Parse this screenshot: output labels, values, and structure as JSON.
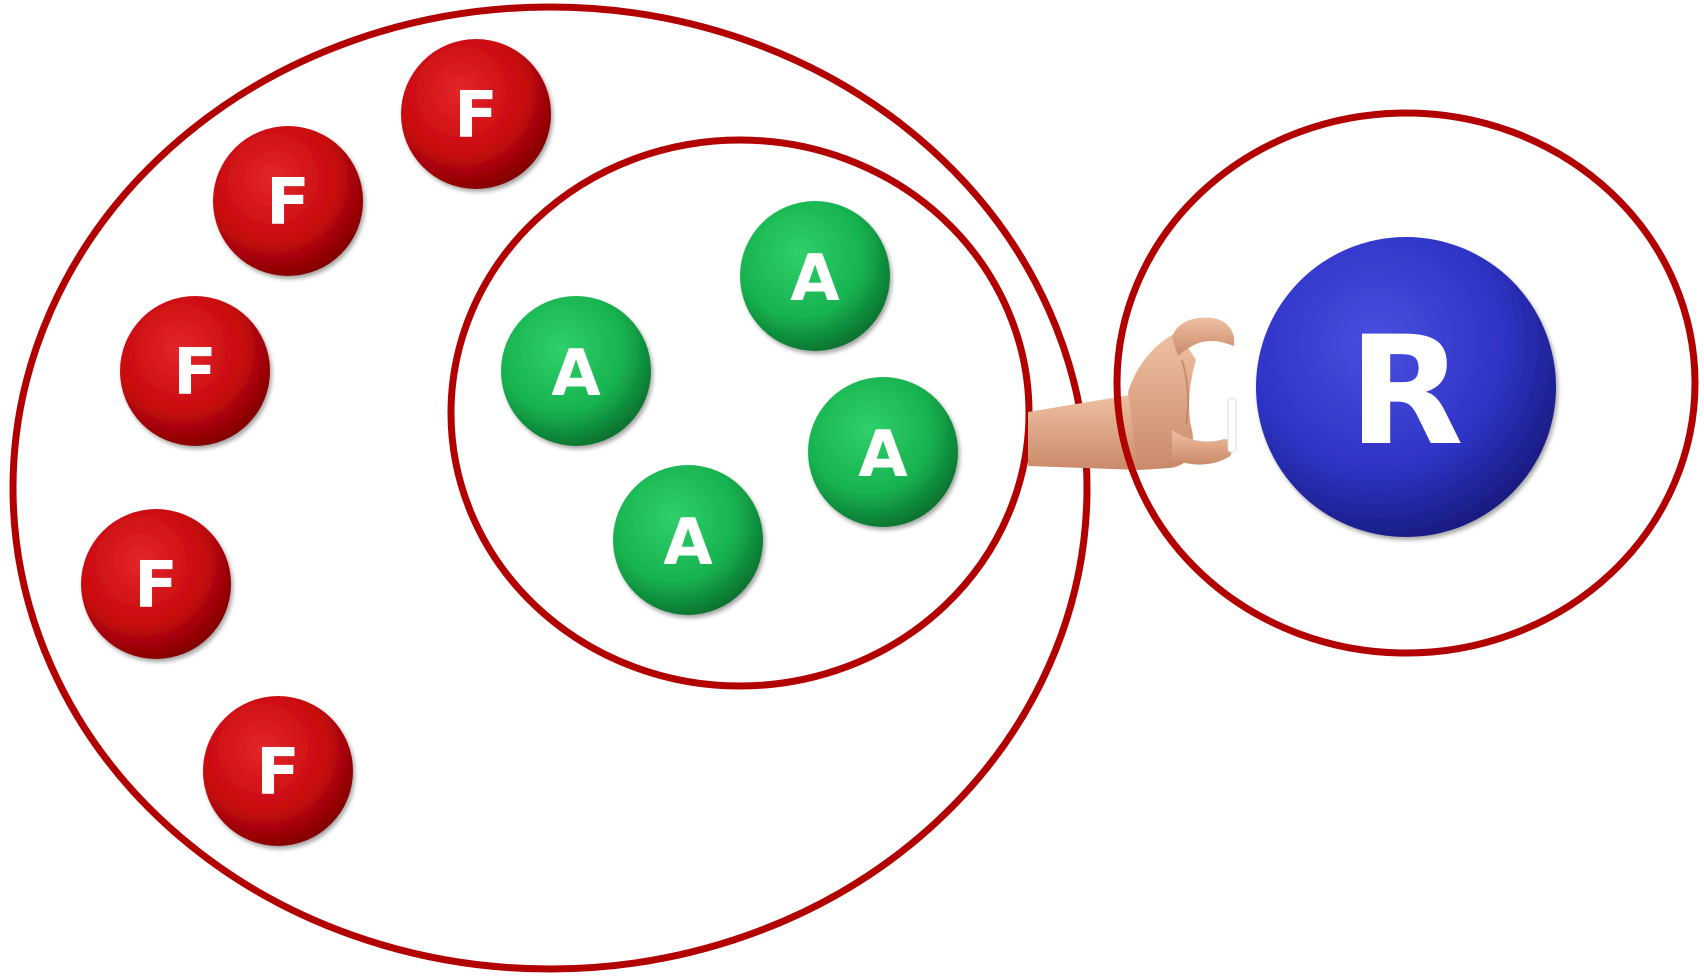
{
  "colors": {
    "ring": "#B20000",
    "red_ball": "#C8090E",
    "red_ball_dark": "#7A0000",
    "green_ball": "#17B350",
    "green_ball_dark": "#086B2A",
    "blue_ball": "#2F34C6",
    "blue_ball_dark": "#16197A",
    "skin": "#E2A98B",
    "skin_dark": "#B97656",
    "label": "#FFFFFF"
  },
  "icons": {
    "hand": "hand-pinch-icon"
  },
  "balls": {
    "f1": "F",
    "f2": "F",
    "f3": "F",
    "f4": "F",
    "f5": "F",
    "a1": "A",
    "a2": "A",
    "a3": "A",
    "a4": "A",
    "r": "R"
  }
}
